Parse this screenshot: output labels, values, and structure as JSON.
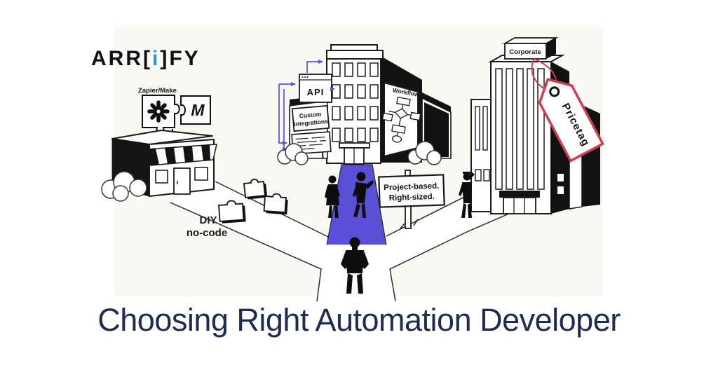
{
  "logo": {
    "prefix": "ARR[",
    "accent": "i",
    "suffix": "]FY"
  },
  "title": "Choosing Right Automation Developer",
  "colors": {
    "accent_indigo": "#5a50d8",
    "logo_accent_blue": "#1e9ad6",
    "pricetag_red": "#d23b52",
    "title_navy": "#1d2c52",
    "ink": "#1a1a1a",
    "backdrop": "#faf8f3"
  },
  "icons": {
    "zapier": "eight-spoke-asterisk",
    "make_glyph": "M",
    "down_arrow": "arrow-down",
    "puzzle": "puzzle-piece"
  },
  "paths": {
    "diy": {
      "apps_label": "Zapier/Make",
      "label_line1": "DIY",
      "label_line2": "no-code"
    },
    "midsize": {
      "api_label": "API",
      "custom_sign": [
        "Custom",
        "Integrations"
      ],
      "workflow_label": "Workflow",
      "signpost": [
        "Project-based.",
        "Right-sized."
      ]
    },
    "corporate": {
      "roof_label": "Corporate",
      "pricetag_label": "Pricetag"
    }
  }
}
